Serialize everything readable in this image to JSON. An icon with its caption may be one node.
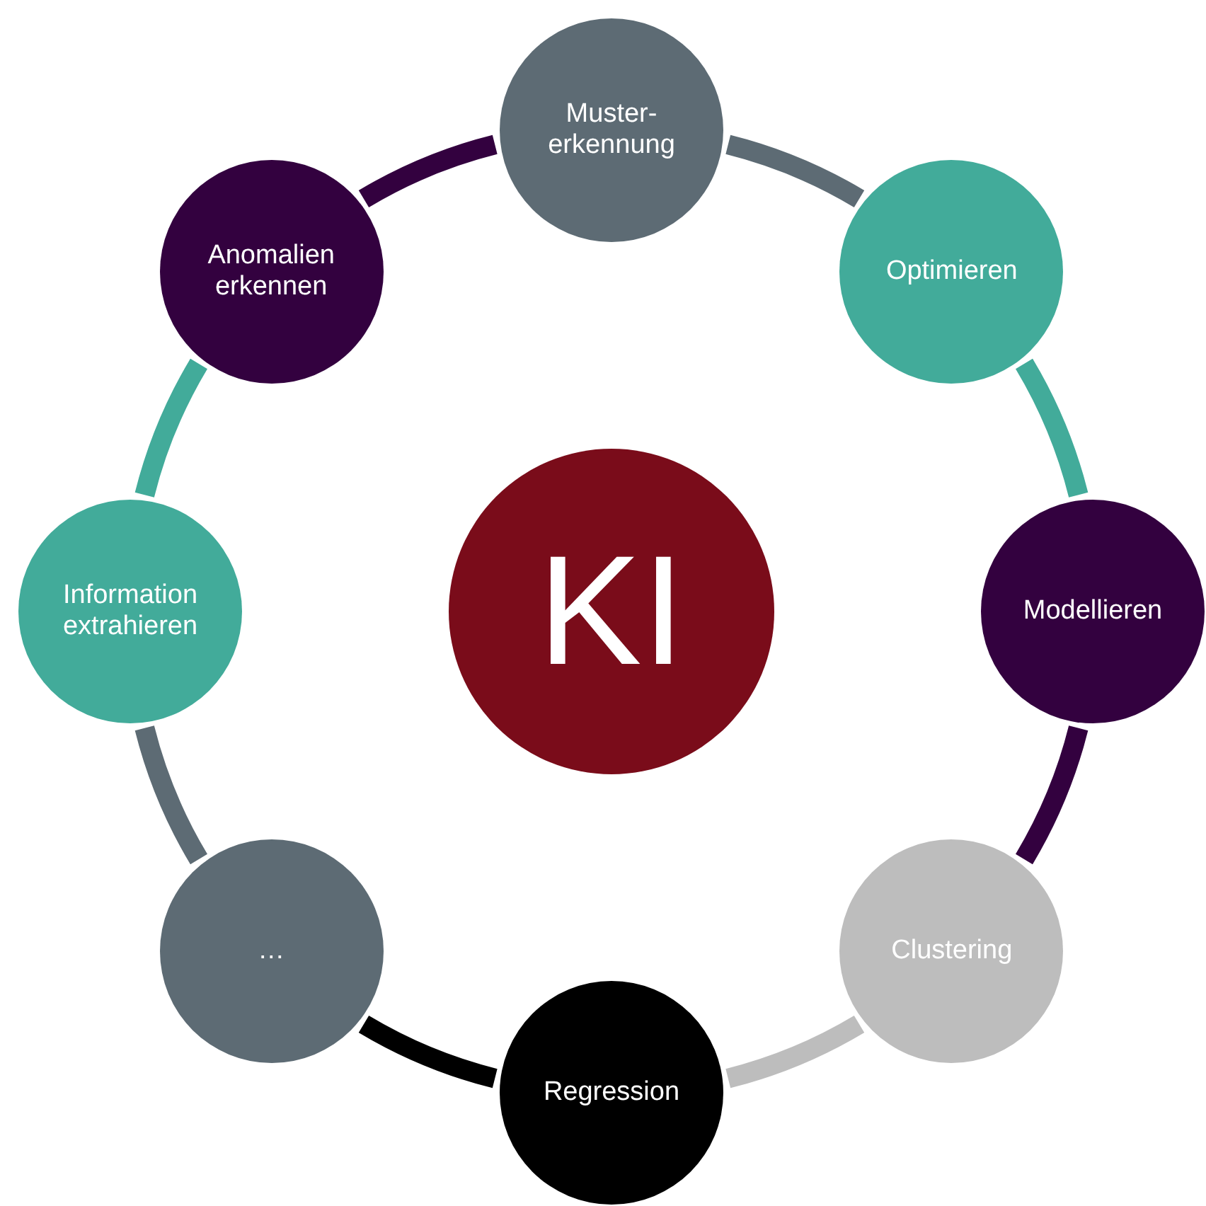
{
  "diagram": {
    "nodes": [
      {
        "text": [
          "KI"
        ]
      },
      {
        "text": [
          "Muster- erkennung"
        ]
      },
      {
        "text": [
          "Optimieren"
        ]
      },
      {
        "text": [
          "Modellieren"
        ]
      },
      {
        "text": [
          "Clustering"
        ]
      },
      {
        "text": [
          "Regression"
        ]
      },
      {
        "text": [
          "…"
        ]
      },
      {
        "text": [
          "Information extrahieren"
        ]
      },
      {
        "text": [
          "Anomalien erkennen"
        ]
      }
    ],
    "edges": [
      {
        "from": 1,
        "to": 2,
        "arrow": "none",
        "color": "#5d6b74"
      },
      {
        "from": 2,
        "to": 3,
        "arrow": "none",
        "color": "#42ab9a"
      },
      {
        "from": 3,
        "to": 4,
        "arrow": "none",
        "color": "#33013f"
      },
      {
        "from": 4,
        "to": 5,
        "arrow": "none",
        "color": "#bdbdbd"
      },
      {
        "from": 5,
        "to": 6,
        "arrow": "none",
        "color": "#000000"
      },
      {
        "from": 6,
        "to": 7,
        "arrow": "none",
        "color": "#5d6b74"
      },
      {
        "from": 7,
        "to": 8,
        "arrow": "none",
        "color": "#42ab9a"
      },
      {
        "from": 8,
        "to": 1,
        "arrow": "none",
        "color": "#33013f"
      }
    ]
  }
}
